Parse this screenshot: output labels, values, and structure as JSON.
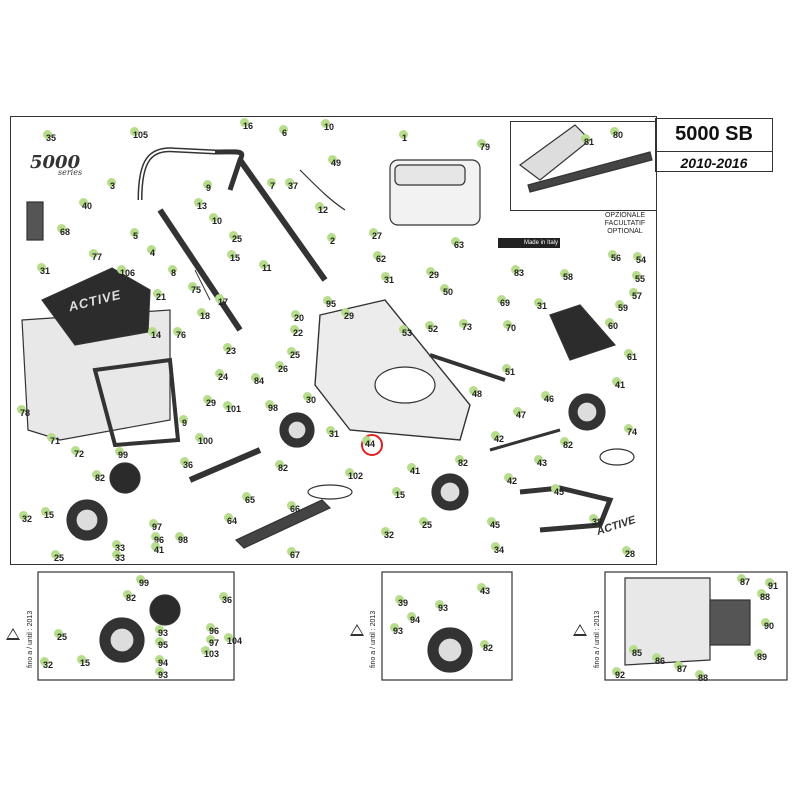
{
  "title": {
    "model": "5000 SB",
    "years": "2010-2016"
  },
  "logo": {
    "text": "5000",
    "sub": "series"
  },
  "optional_note": [
    "OPZIONALE",
    "FACULTATIF",
    "OPTIONAL"
  ],
  "made_in_italy": "Made in Italy",
  "grass_bag_brand": "ACTIVE",
  "handle_brand": "ACTIVE",
  "until_note": "fino a / until : 2013",
  "highlighted_part": "44",
  "accent_colors": {
    "callout_dot": "#b7dc8c",
    "highlight": "#e02020"
  },
  "labels": {
    "l35": "35",
    "l105": "105",
    "l16": "16",
    "l6": "6",
    "l10": "10",
    "l1": "1",
    "l79": "79",
    "l81": "81",
    "l80": "80",
    "l3": "3",
    "l9a": "9",
    "l7": "7",
    "l37": "37",
    "l49": "49",
    "l40": "40",
    "l13": "13",
    "l12": "12",
    "l68": "68",
    "l5": "5",
    "l10b": "10",
    "l2": "2",
    "l27": "27",
    "l63": "63",
    "l25a": "25",
    "l62": "62",
    "l83": "83",
    "l31a": "31",
    "l4": "4",
    "l15a": "15",
    "l11": "11",
    "l56": "56",
    "l54": "54",
    "l77": "77",
    "l106": "106",
    "l8": "8",
    "l75": "75",
    "l31b": "31",
    "l29a": "29",
    "l55": "55",
    "l50": "50",
    "l58": "58",
    "l57": "57",
    "l21": "21",
    "l95": "95",
    "l69": "69",
    "l59": "59",
    "l17": "17",
    "l18": "18",
    "l20": "20",
    "l29b": "29",
    "l31c": "31",
    "l73": "73",
    "l70": "70",
    "l60": "60",
    "l14": "14",
    "l76": "76",
    "l22": "22",
    "l53": "53",
    "l52": "52",
    "l23": "23",
    "l25b": "25",
    "l61": "61",
    "l26": "26",
    "l24": "24",
    "l84": "84",
    "l51": "51",
    "l48": "48",
    "l78": "78",
    "l41a": "41",
    "l30": "30",
    "l46": "46",
    "l98a": "98",
    "l29c": "29",
    "l101": "101",
    "l9b": "9",
    "l47": "47",
    "l71": "71",
    "l31d": "31",
    "l42a": "42",
    "l74": "74",
    "l72": "72",
    "l100": "100",
    "l44": "44",
    "l82a": "82",
    "l43": "43",
    "l99a": "99",
    "l36a": "36",
    "l82b": "82",
    "l41b": "41",
    "l82c": "82",
    "l42b": "42",
    "l102": "102",
    "l82d": "82",
    "l65": "65",
    "l15b": "15",
    "l45a": "45",
    "l32a": "32",
    "l15c": "15",
    "l96a": "96",
    "l64": "64",
    "l66": "66",
    "l97a": "97",
    "l25c": "25",
    "l45b": "45",
    "l38": "38",
    "l41c": "41",
    "l98b": "98",
    "l32b": "32",
    "l33a": "33",
    "l33b": "33",
    "l25d": "25",
    "l67": "67",
    "l34": "34",
    "l28": "28",
    "i1_99": "99",
    "i1_82": "82",
    "i1_36": "36",
    "i1_96": "96",
    "i1_97": "97",
    "i1_104": "104",
    "i1_25": "25",
    "i1_95": "95",
    "i1_93a": "93",
    "i1_103": "103",
    "i1_32": "32",
    "i1_15": "15",
    "i1_94": "94",
    "i1_93b": "93",
    "i2_39": "39",
    "i2_43": "43",
    "i2_93a": "93",
    "i2_93b": "93",
    "i2_94": "94",
    "i2_82": "82",
    "i3_87a": "87",
    "i3_91": "91",
    "i3_88a": "88",
    "i3_90": "90",
    "i3_85": "85",
    "i3_86": "86",
    "i3_87b": "87",
    "i3_89": "89",
    "i3_88b": "88",
    "i3_92": "92"
  }
}
